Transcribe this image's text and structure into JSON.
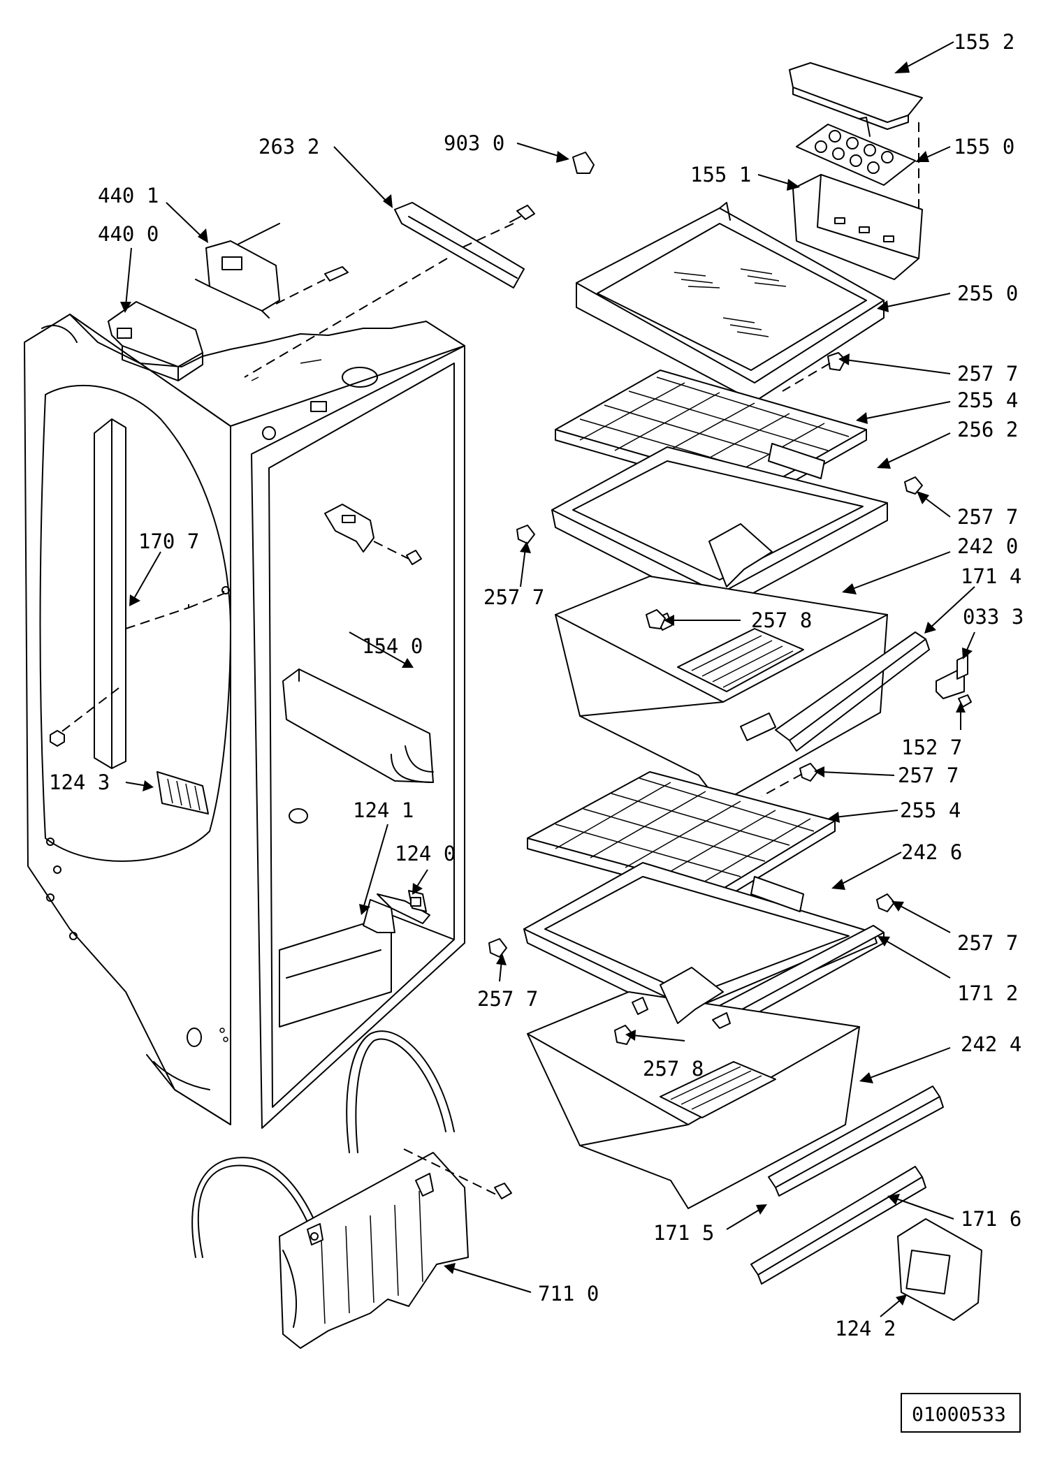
{
  "diagram": {
    "document_number": "01000533",
    "callouts": [
      "155 2",
      "155 0",
      "155 1",
      "903 0",
      "263 2",
      "440 1",
      "440 0",
      "255 0",
      "257 7",
      "255 4",
      "256 2",
      "257 7",
      "170 7",
      "257 7",
      "242 0",
      "171 4",
      "257 8",
      "033 3",
      "154 0",
      "152 7",
      "124 3",
      "257 7",
      "255 4",
      "124 1",
      "124 0",
      "242 6",
      "257 7",
      "257 7",
      "171 2",
      "257 8",
      "242 4",
      "171 6",
      "171 5",
      "711 0",
      "124 2"
    ]
  }
}
